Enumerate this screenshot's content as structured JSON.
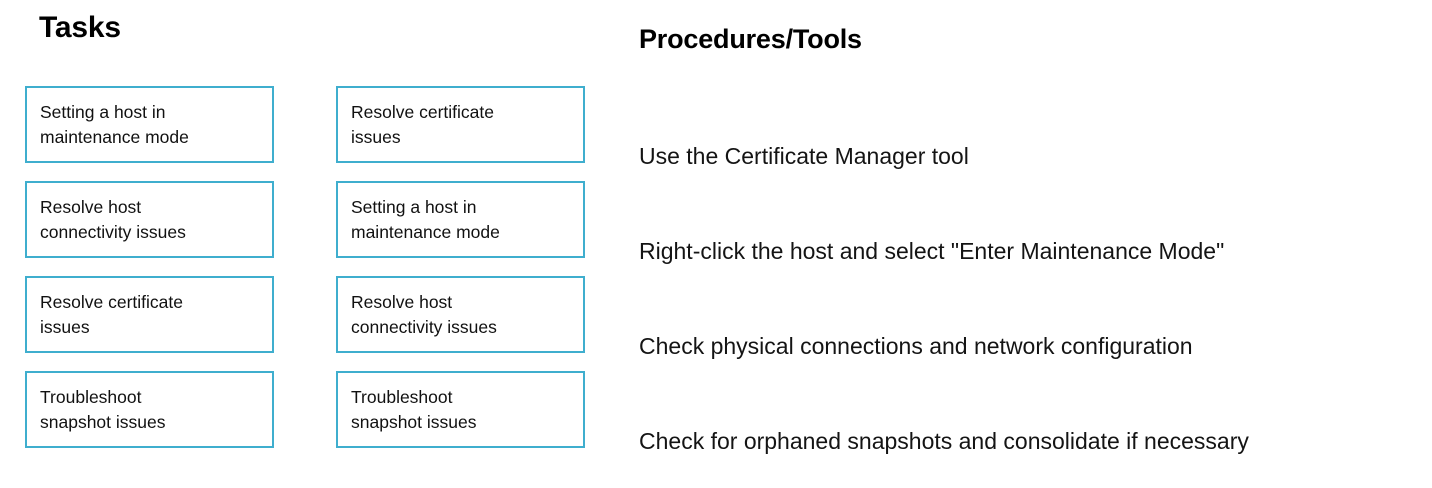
{
  "columns": {
    "tasks_heading": "Tasks",
    "procedures_heading": "Procedures/Tools"
  },
  "colors": {
    "box_border": "#3FAECE",
    "text": "#111111",
    "heading": "#000000",
    "background": "#FFFFFF"
  },
  "tasks_left": [
    {
      "label": "Setting a host in\nmaintenance mode"
    },
    {
      "label": "Resolve host\nconnectivity issues"
    },
    {
      "label": "Resolve certificate\nissues"
    },
    {
      "label": "Troubleshoot\nsnapshot  issues"
    }
  ],
  "tasks_right": [
    {
      "label": "Resolve certificate\nissues"
    },
    {
      "label": "Setting a host in\nmaintenance mode"
    },
    {
      "label": "Resolve host\nconnectivity issues"
    },
    {
      "label": "Troubleshoot\nsnapshot  issues"
    }
  ],
  "procedures": [
    {
      "label": "Use the Certificate Manager tool"
    },
    {
      "label": "Right-click the host and select \"Enter Maintenance Mode\""
    },
    {
      "label": "Check physical connections and network configuration"
    },
    {
      "label": "Check for orphaned snapshots and consolidate if necessary"
    }
  ]
}
